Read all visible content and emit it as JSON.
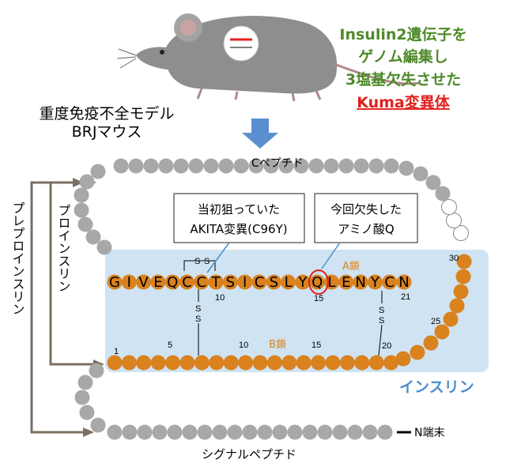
{
  "mouse_model": {
    "line1": "重度免疫不全モデル",
    "line2": "BRJマウス"
  },
  "headline": {
    "line1": "Insulin2遺伝子を",
    "line2": "ゲノム編集し",
    "line3": "3塩基欠失させた",
    "line4": "Kuma変異体"
  },
  "labels": {
    "c_peptide": "Cペプチド",
    "signal_peptide": "シグナルペプチド",
    "n_terminus": "N端末",
    "preproinsulin": "プレプロインスリン",
    "proinsulin": "プロインスリン",
    "insulin": "インスリン",
    "a_chain": "A鎖",
    "b_chain": "B鎖",
    "disulfide_s": "S",
    "akita_line1": "当初狙っていた",
    "akita_line2": "AKITA変異(C96Y)",
    "deleted_line1": "今回欠失した",
    "deleted_line2": "アミノ酸Q"
  },
  "a_chain_sequence": [
    "G",
    "I",
    "V",
    "E",
    "Q",
    "C",
    "C",
    "T",
    "S",
    "I",
    "C",
    "S",
    "L",
    "Y",
    "Q",
    "L",
    "E",
    "N",
    "Y",
    "C",
    "N"
  ],
  "a_chain_numbers": [
    "10",
    "15",
    "21"
  ],
  "b_chain_numbers": [
    "1",
    "5",
    "10",
    "15",
    "20",
    "25",
    "30"
  ],
  "colors": {
    "orange": "#d9821e",
    "gray": "#a8a8a8",
    "insulin_box": "#cfe3f2",
    "green_text": "#4e8a2a",
    "red_text": "#e0201c",
    "arrow_blue": "#5b8fd0",
    "insulin_label": "#4a8fcf"
  }
}
